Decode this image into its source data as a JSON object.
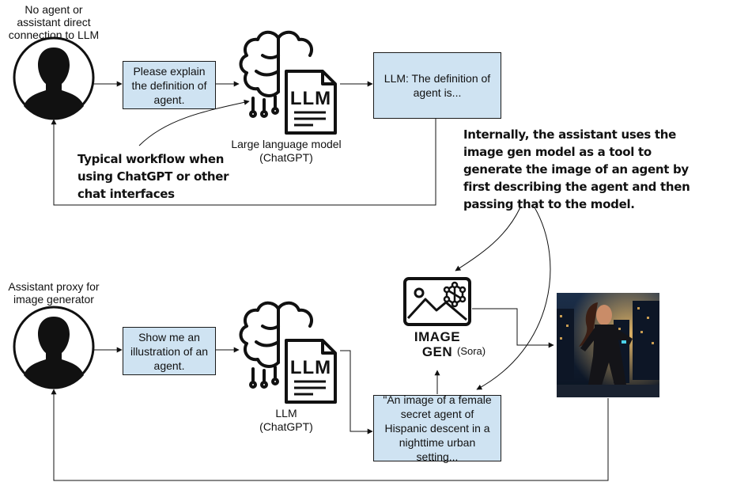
{
  "top": {
    "user_label": "No agent or assistant direct connection to LLM",
    "prompt_box": "Please explain the definition of agent.",
    "llm_icon_text": "LLM",
    "llm_label_line1": "Large language model",
    "llm_label_line2": "(ChatGPT)",
    "response_box": "LLM: The definition of agent is...",
    "workflow_note_lines": [
      "Typical workflow when",
      "using ChatGPT or other",
      "chat interfaces"
    ]
  },
  "assistant_note_lines": [
    "Internally, the assistant uses the",
    "image gen model as a tool to",
    "generate the image of an agent by",
    "first describing the agent and then",
    "passing that to the model."
  ],
  "bottom": {
    "user_label": "Assistant proxy for image generator",
    "prompt_box": "Show me an illustration of an agent.",
    "llm_icon_text": "LLM",
    "llm_label_line1": "LLM",
    "llm_label_line2": "(ChatGPT)",
    "image_gen_line1": "IMAGE",
    "image_gen_line2": "GEN",
    "image_gen_model": "(Sora)",
    "description_box": "\"An image of a female secret agent of Hispanic descent in a nighttime urban setting..."
  },
  "colors": {
    "box_fill": "#cfe3f2",
    "stroke": "#1a1a1a"
  }
}
